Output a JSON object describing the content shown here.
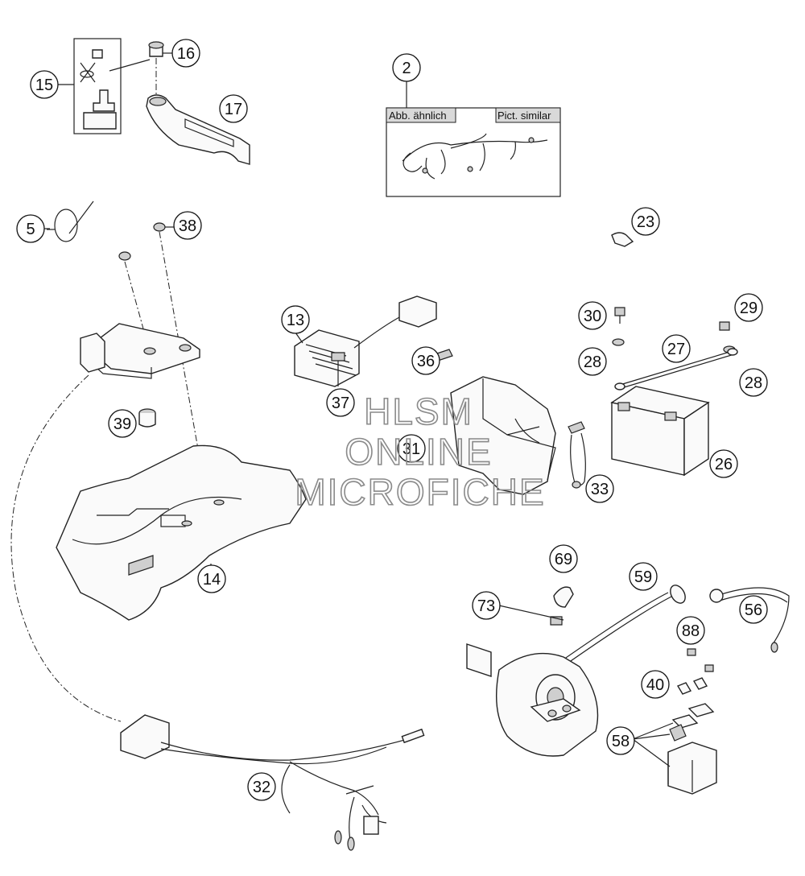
{
  "callouts": [
    "2",
    "5",
    "13",
    "14",
    "15",
    "16",
    "17",
    "23",
    "26",
    "27",
    "28",
    "28",
    "29",
    "30",
    "31",
    "32",
    "33",
    "36",
    "37",
    "38",
    "39",
    "40",
    "56",
    "58",
    "59",
    "69",
    "73",
    "88"
  ],
  "picture_note_box": {
    "left_tag": "Abb. ähnlich",
    "right_tag": "Pict. similar"
  },
  "watermark": {
    "line1": "HLSM",
    "line2": "ONLINE",
    "line3": "MICROFICHE"
  }
}
